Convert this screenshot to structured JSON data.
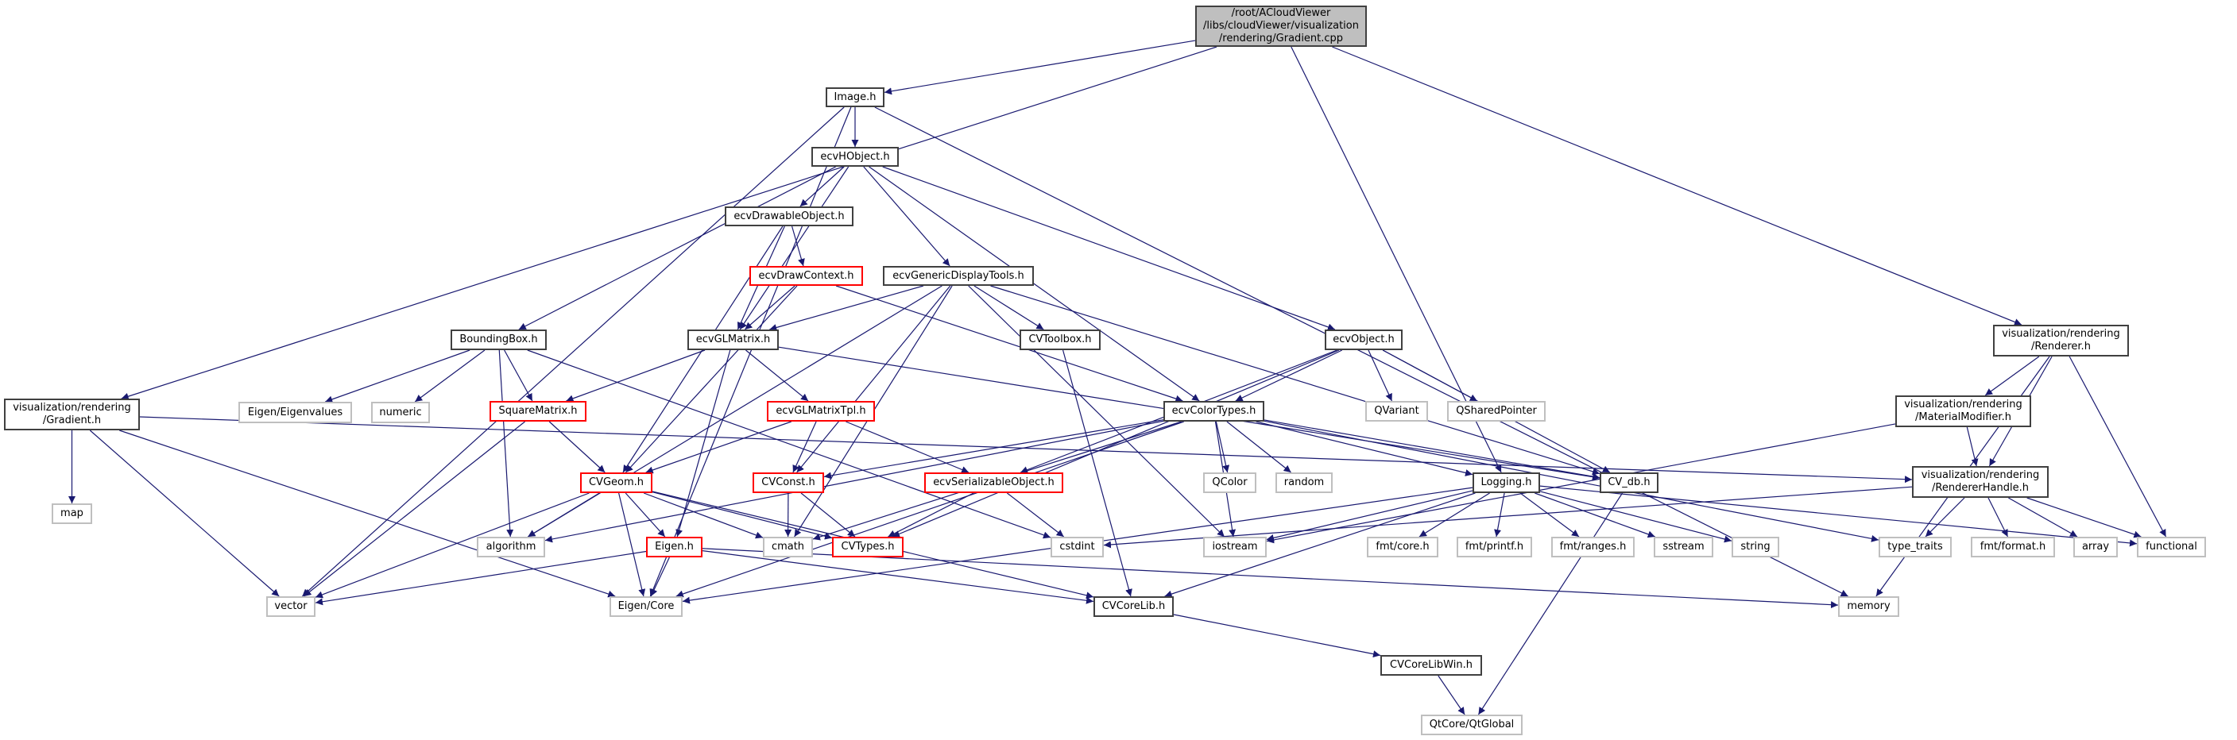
{
  "title": "Include dependency graph for Gradient.cpp",
  "colors": {
    "edge": "#191970",
    "doc_border": "#404040",
    "truncated_border": "#ff0000",
    "external_border": "#bfbfbf",
    "root_fill": "#bfbfbf"
  },
  "nodes": [
    {
      "id": "root",
      "label": "/root/ACloudViewer\n/libs/cloudViewer/visualization\n/rendering/Gradient.cpp",
      "kind": "root"
    },
    {
      "id": "image",
      "label": "Image.h",
      "kind": "doc"
    },
    {
      "id": "gradient_h",
      "label": "visualization/rendering\n/Gradient.h",
      "kind": "doc"
    },
    {
      "id": "logging",
      "label": "Logging.h",
      "kind": "doc"
    },
    {
      "id": "renderer",
      "label": "visualization/rendering\n/Renderer.h",
      "kind": "doc"
    },
    {
      "id": "vector",
      "label": "vector",
      "kind": "ext"
    },
    {
      "id": "eigencore",
      "label": "Eigen/Core",
      "kind": "ext"
    },
    {
      "id": "hobject",
      "label": "ecvHObject.h",
      "kind": "doc"
    },
    {
      "id": "memory",
      "label": "memory",
      "kind": "ext"
    },
    {
      "id": "drawable",
      "label": "ecvDrawableObject.h",
      "kind": "doc"
    },
    {
      "id": "drawcontext",
      "label": "ecvDrawContext.h",
      "kind": "red"
    },
    {
      "id": "generic",
      "label": "ecvGenericDisplayTools.h",
      "kind": "doc"
    },
    {
      "id": "glmatrix",
      "label": "ecvGLMatrix.h",
      "kind": "doc"
    },
    {
      "id": "cvtoolbox",
      "label": "CVToolbox.h",
      "kind": "doc"
    },
    {
      "id": "bbox",
      "label": "BoundingBox.h",
      "kind": "doc"
    },
    {
      "id": "ecvobject",
      "label": "ecvObject.h",
      "kind": "doc"
    },
    {
      "id": "eigenvalues",
      "label": "Eigen/Eigenvalues",
      "kind": "ext"
    },
    {
      "id": "numeric",
      "label": "numeric",
      "kind": "ext"
    },
    {
      "id": "squarematrix",
      "label": "SquareMatrix.h",
      "kind": "red"
    },
    {
      "id": "glmatrixtpl",
      "label": "ecvGLMatrixTpl.h",
      "kind": "red"
    },
    {
      "id": "colortypes",
      "label": "ecvColorTypes.h",
      "kind": "doc"
    },
    {
      "id": "qvariant",
      "label": "QVariant",
      "kind": "ext"
    },
    {
      "id": "qsharedpointer",
      "label": "QSharedPointer",
      "kind": "ext"
    },
    {
      "id": "materialmodifier",
      "label": "visualization/rendering\n/MaterialModifier.h",
      "kind": "doc"
    },
    {
      "id": "map",
      "label": "map",
      "kind": "ext"
    },
    {
      "id": "cvgeom",
      "label": "CVGeom.h",
      "kind": "red"
    },
    {
      "id": "cvconst",
      "label": "CVConst.h",
      "kind": "red"
    },
    {
      "id": "serializable",
      "label": "ecvSerializableObject.h",
      "kind": "red"
    },
    {
      "id": "qcolor",
      "label": "QColor",
      "kind": "ext"
    },
    {
      "id": "random",
      "label": "random",
      "kind": "ext"
    },
    {
      "id": "cvdb",
      "label": "CV_db.h",
      "kind": "doc"
    },
    {
      "id": "rendererhandle",
      "label": "visualization/rendering\n/RendererHandle.h",
      "kind": "doc"
    },
    {
      "id": "algorithm",
      "label": "algorithm",
      "kind": "ext"
    },
    {
      "id": "eigen",
      "label": "Eigen.h",
      "kind": "red"
    },
    {
      "id": "cmath",
      "label": "cmath",
      "kind": "ext"
    },
    {
      "id": "cvtypes",
      "label": "CVTypes.h",
      "kind": "red"
    },
    {
      "id": "cstdint",
      "label": "cstdint",
      "kind": "ext"
    },
    {
      "id": "iostream",
      "label": "iostream",
      "kind": "ext"
    },
    {
      "id": "fmtcore",
      "label": "fmt/core.h",
      "kind": "ext"
    },
    {
      "id": "fmtprintf",
      "label": "fmt/printf.h",
      "kind": "ext"
    },
    {
      "id": "fmtranges",
      "label": "fmt/ranges.h",
      "kind": "ext"
    },
    {
      "id": "sstream",
      "label": "sstream",
      "kind": "ext"
    },
    {
      "id": "string",
      "label": "string",
      "kind": "ext"
    },
    {
      "id": "typetraits",
      "label": "type_traits",
      "kind": "ext"
    },
    {
      "id": "fmtformat",
      "label": "fmt/format.h",
      "kind": "ext"
    },
    {
      "id": "array",
      "label": "array",
      "kind": "ext"
    },
    {
      "id": "functional",
      "label": "functional",
      "kind": "ext"
    },
    {
      "id": "cvcorelib",
      "label": "CVCoreLib.h",
      "kind": "doc"
    },
    {
      "id": "cvcorelibwin",
      "label": "CVCoreLibWin.h",
      "kind": "doc"
    },
    {
      "id": "qtglobal",
      "label": "QtCore/QtGlobal",
      "kind": "ext"
    }
  ],
  "edges": [
    [
      "root",
      "image"
    ],
    [
      "root",
      "gradient_h"
    ],
    [
      "root",
      "logging"
    ],
    [
      "root",
      "renderer"
    ],
    [
      "image",
      "vector"
    ],
    [
      "image",
      "eigencore"
    ],
    [
      "image",
      "hobject"
    ],
    [
      "image",
      "memory"
    ],
    [
      "hobject",
      "drawable"
    ],
    [
      "hobject",
      "glmatrix"
    ],
    [
      "hobject",
      "generic"
    ],
    [
      "hobject",
      "bbox"
    ],
    [
      "hobject",
      "ecvobject"
    ],
    [
      "hobject",
      "colortypes"
    ],
    [
      "drawable",
      "drawcontext"
    ],
    [
      "drawable",
      "glmatrix"
    ],
    [
      "drawable",
      "cvgeom"
    ],
    [
      "drawcontext",
      "glmatrix"
    ],
    [
      "drawcontext",
      "cvgeom"
    ],
    [
      "drawcontext",
      "colortypes"
    ],
    [
      "generic",
      "glmatrix"
    ],
    [
      "generic",
      "cvtoolbox"
    ],
    [
      "generic",
      "cvconst"
    ],
    [
      "generic",
      "cvdb"
    ],
    [
      "generic",
      "algorithm"
    ],
    [
      "generic",
      "cmath"
    ],
    [
      "generic",
      "iostream"
    ],
    [
      "glmatrix",
      "squarematrix"
    ],
    [
      "glmatrix",
      "glmatrixtpl"
    ],
    [
      "glmatrix",
      "eigen"
    ],
    [
      "glmatrix",
      "cvdb"
    ],
    [
      "cvtoolbox",
      "cvcorelib"
    ],
    [
      "bbox",
      "eigenvalues"
    ],
    [
      "bbox",
      "numeric"
    ],
    [
      "bbox",
      "squarematrix"
    ],
    [
      "bbox",
      "algorithm"
    ],
    [
      "bbox",
      "cstdint"
    ],
    [
      "ecvobject",
      "colortypes"
    ],
    [
      "ecvobject",
      "qvariant"
    ],
    [
      "ecvobject",
      "qsharedpointer"
    ],
    [
      "ecvobject",
      "cvdb"
    ],
    [
      "ecvobject",
      "serializable"
    ],
    [
      "ecvobject",
      "cvtypes"
    ],
    [
      "squarematrix",
      "cvgeom"
    ],
    [
      "squarematrix",
      "vector"
    ],
    [
      "glmatrixtpl",
      "cvgeom"
    ],
    [
      "glmatrixtpl",
      "cvconst"
    ],
    [
      "glmatrixtpl",
      "serializable"
    ],
    [
      "colortypes",
      "cvconst"
    ],
    [
      "colortypes",
      "qcolor"
    ],
    [
      "colortypes",
      "random"
    ],
    [
      "colortypes",
      "logging"
    ],
    [
      "colortypes",
      "cvdb"
    ],
    [
      "colortypes",
      "algorithm"
    ],
    [
      "colortypes",
      "cmath"
    ],
    [
      "colortypes",
      "iostream"
    ],
    [
      "colortypes",
      "eigencore"
    ],
    [
      "colortypes",
      "typetraits"
    ],
    [
      "gradient_h",
      "map"
    ],
    [
      "gradient_h",
      "vector"
    ],
    [
      "gradient_h",
      "eigencore"
    ],
    [
      "gradient_h",
      "rendererhandle"
    ],
    [
      "renderer",
      "materialmodifier"
    ],
    [
      "renderer",
      "rendererhandle"
    ],
    [
      "renderer",
      "functional"
    ],
    [
      "renderer",
      "memory"
    ],
    [
      "materialmodifier",
      "rendererhandle"
    ],
    [
      "materialmodifier",
      "iostream"
    ],
    [
      "cvgeom",
      "algorithm"
    ],
    [
      "cvgeom",
      "eigen"
    ],
    [
      "cvgeom",
      "cmath"
    ],
    [
      "cvgeom",
      "cvtypes"
    ],
    [
      "cvgeom",
      "vector"
    ],
    [
      "cvgeom",
      "eigencore"
    ],
    [
      "cvgeom",
      "cvcorelib"
    ],
    [
      "cvconst",
      "cmath"
    ],
    [
      "cvconst",
      "cvtypes"
    ],
    [
      "serializable",
      "cvtypes"
    ],
    [
      "serializable",
      "cstdint"
    ],
    [
      "logging",
      "iostream"
    ],
    [
      "logging",
      "fmtcore"
    ],
    [
      "logging",
      "fmtprintf"
    ],
    [
      "logging",
      "fmtranges"
    ],
    [
      "logging",
      "sstream"
    ],
    [
      "logging",
      "string"
    ],
    [
      "logging",
      "functional"
    ],
    [
      "logging",
      "cvcorelib"
    ],
    [
      "logging",
      "eigencore"
    ],
    [
      "cvdb",
      "qtglobal"
    ],
    [
      "rendererhandle",
      "typetraits"
    ],
    [
      "rendererhandle",
      "fmtformat"
    ],
    [
      "rendererhandle",
      "array"
    ],
    [
      "rendererhandle",
      "functional"
    ],
    [
      "rendererhandle",
      "cstdint"
    ],
    [
      "eigen",
      "eigencore"
    ],
    [
      "eigen",
      "vector"
    ],
    [
      "eigen",
      "memory"
    ],
    [
      "eigen",
      "cvcorelib"
    ],
    [
      "cvcorelib",
      "cvcorelibwin"
    ],
    [
      "cvcorelibwin",
      "qtglobal"
    ]
  ]
}
